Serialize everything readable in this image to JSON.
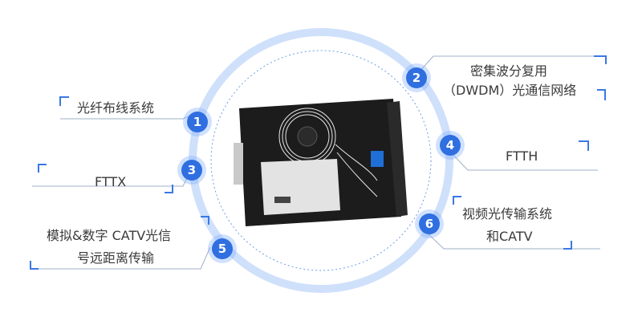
{
  "features": [
    {
      "num": "1",
      "lines": [
        "光纤布线系统"
      ]
    },
    {
      "num": "2",
      "lines": [
        "密集波分复用",
        "（DWDM）光通信网络"
      ]
    },
    {
      "num": "3",
      "lines": [
        "FTTX"
      ]
    },
    {
      "num": "4",
      "lines": [
        "FTTH"
      ]
    },
    {
      "num": "5",
      "lines": [
        "模拟&数字 CATV光信",
        "号远距离传输"
      ]
    },
    {
      "num": "6",
      "lines": [
        "视频光传输系统",
        "和CATV"
      ]
    }
  ],
  "colors": {
    "ring": "#9ec1f5",
    "badge": "#2f6fe0",
    "connector": "#9fb0c9",
    "bracket": "#3a78e6"
  }
}
